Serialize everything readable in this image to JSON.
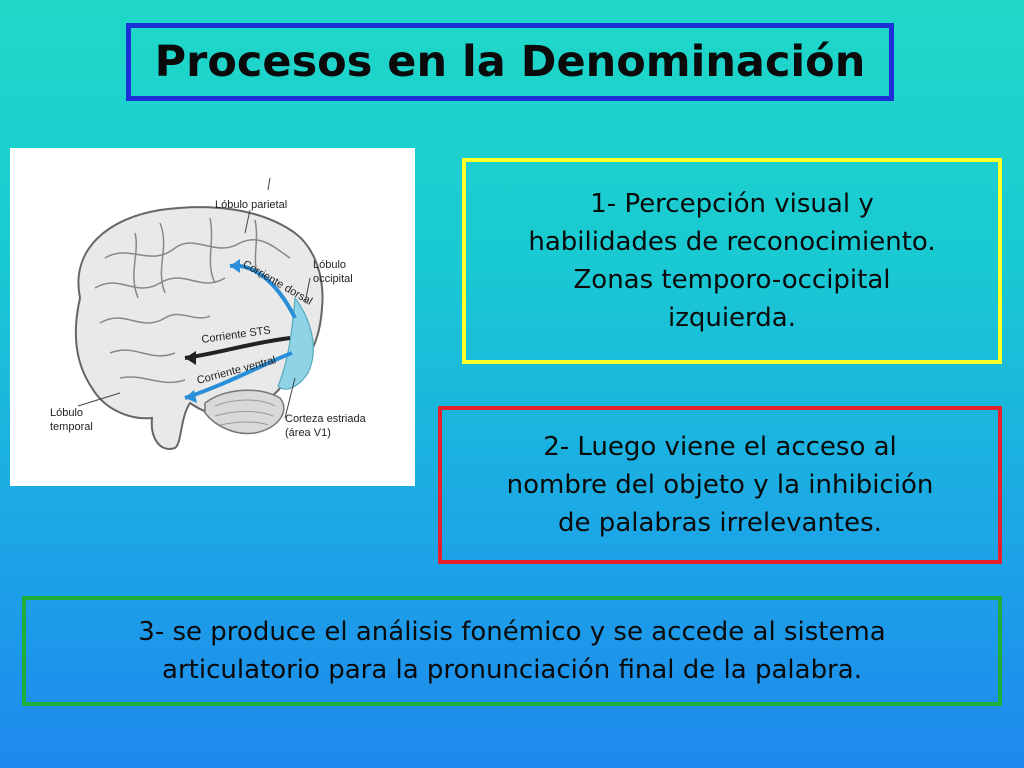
{
  "title": "Procesos en la Denominación",
  "figure": {
    "labels": {
      "parietal": "Lóbulo parietal",
      "occipital_1": "Lóbulo",
      "occipital_2": "occipital",
      "temporal_1": "Lóbulo",
      "temporal_2": "temporal",
      "corteza_1": "Corteza estriada",
      "corteza_2": "(área V1)",
      "dorsal": "Corriente dorsal",
      "sts": "Corriente STS",
      "ventral": "Corriente ventral"
    }
  },
  "steps": [
    {
      "lines": [
        "1- Percepción visual y",
        "habilidades de reconocimiento.",
        "Zonas temporo-occipital",
        "izquierda."
      ],
      "border_color": "#ffff2a"
    },
    {
      "lines": [
        "2- Luego viene el acceso al",
        "nombre del objeto y la inhibición",
        "de palabras irrelevantes."
      ],
      "border_color": "#e8202a"
    },
    {
      "lines": [
        "3- se produce el análisis fonémico y se accede al sistema",
        "articulatorio para la pronunciación final de la palabra."
      ],
      "border_color": "#1fae3a"
    }
  ]
}
